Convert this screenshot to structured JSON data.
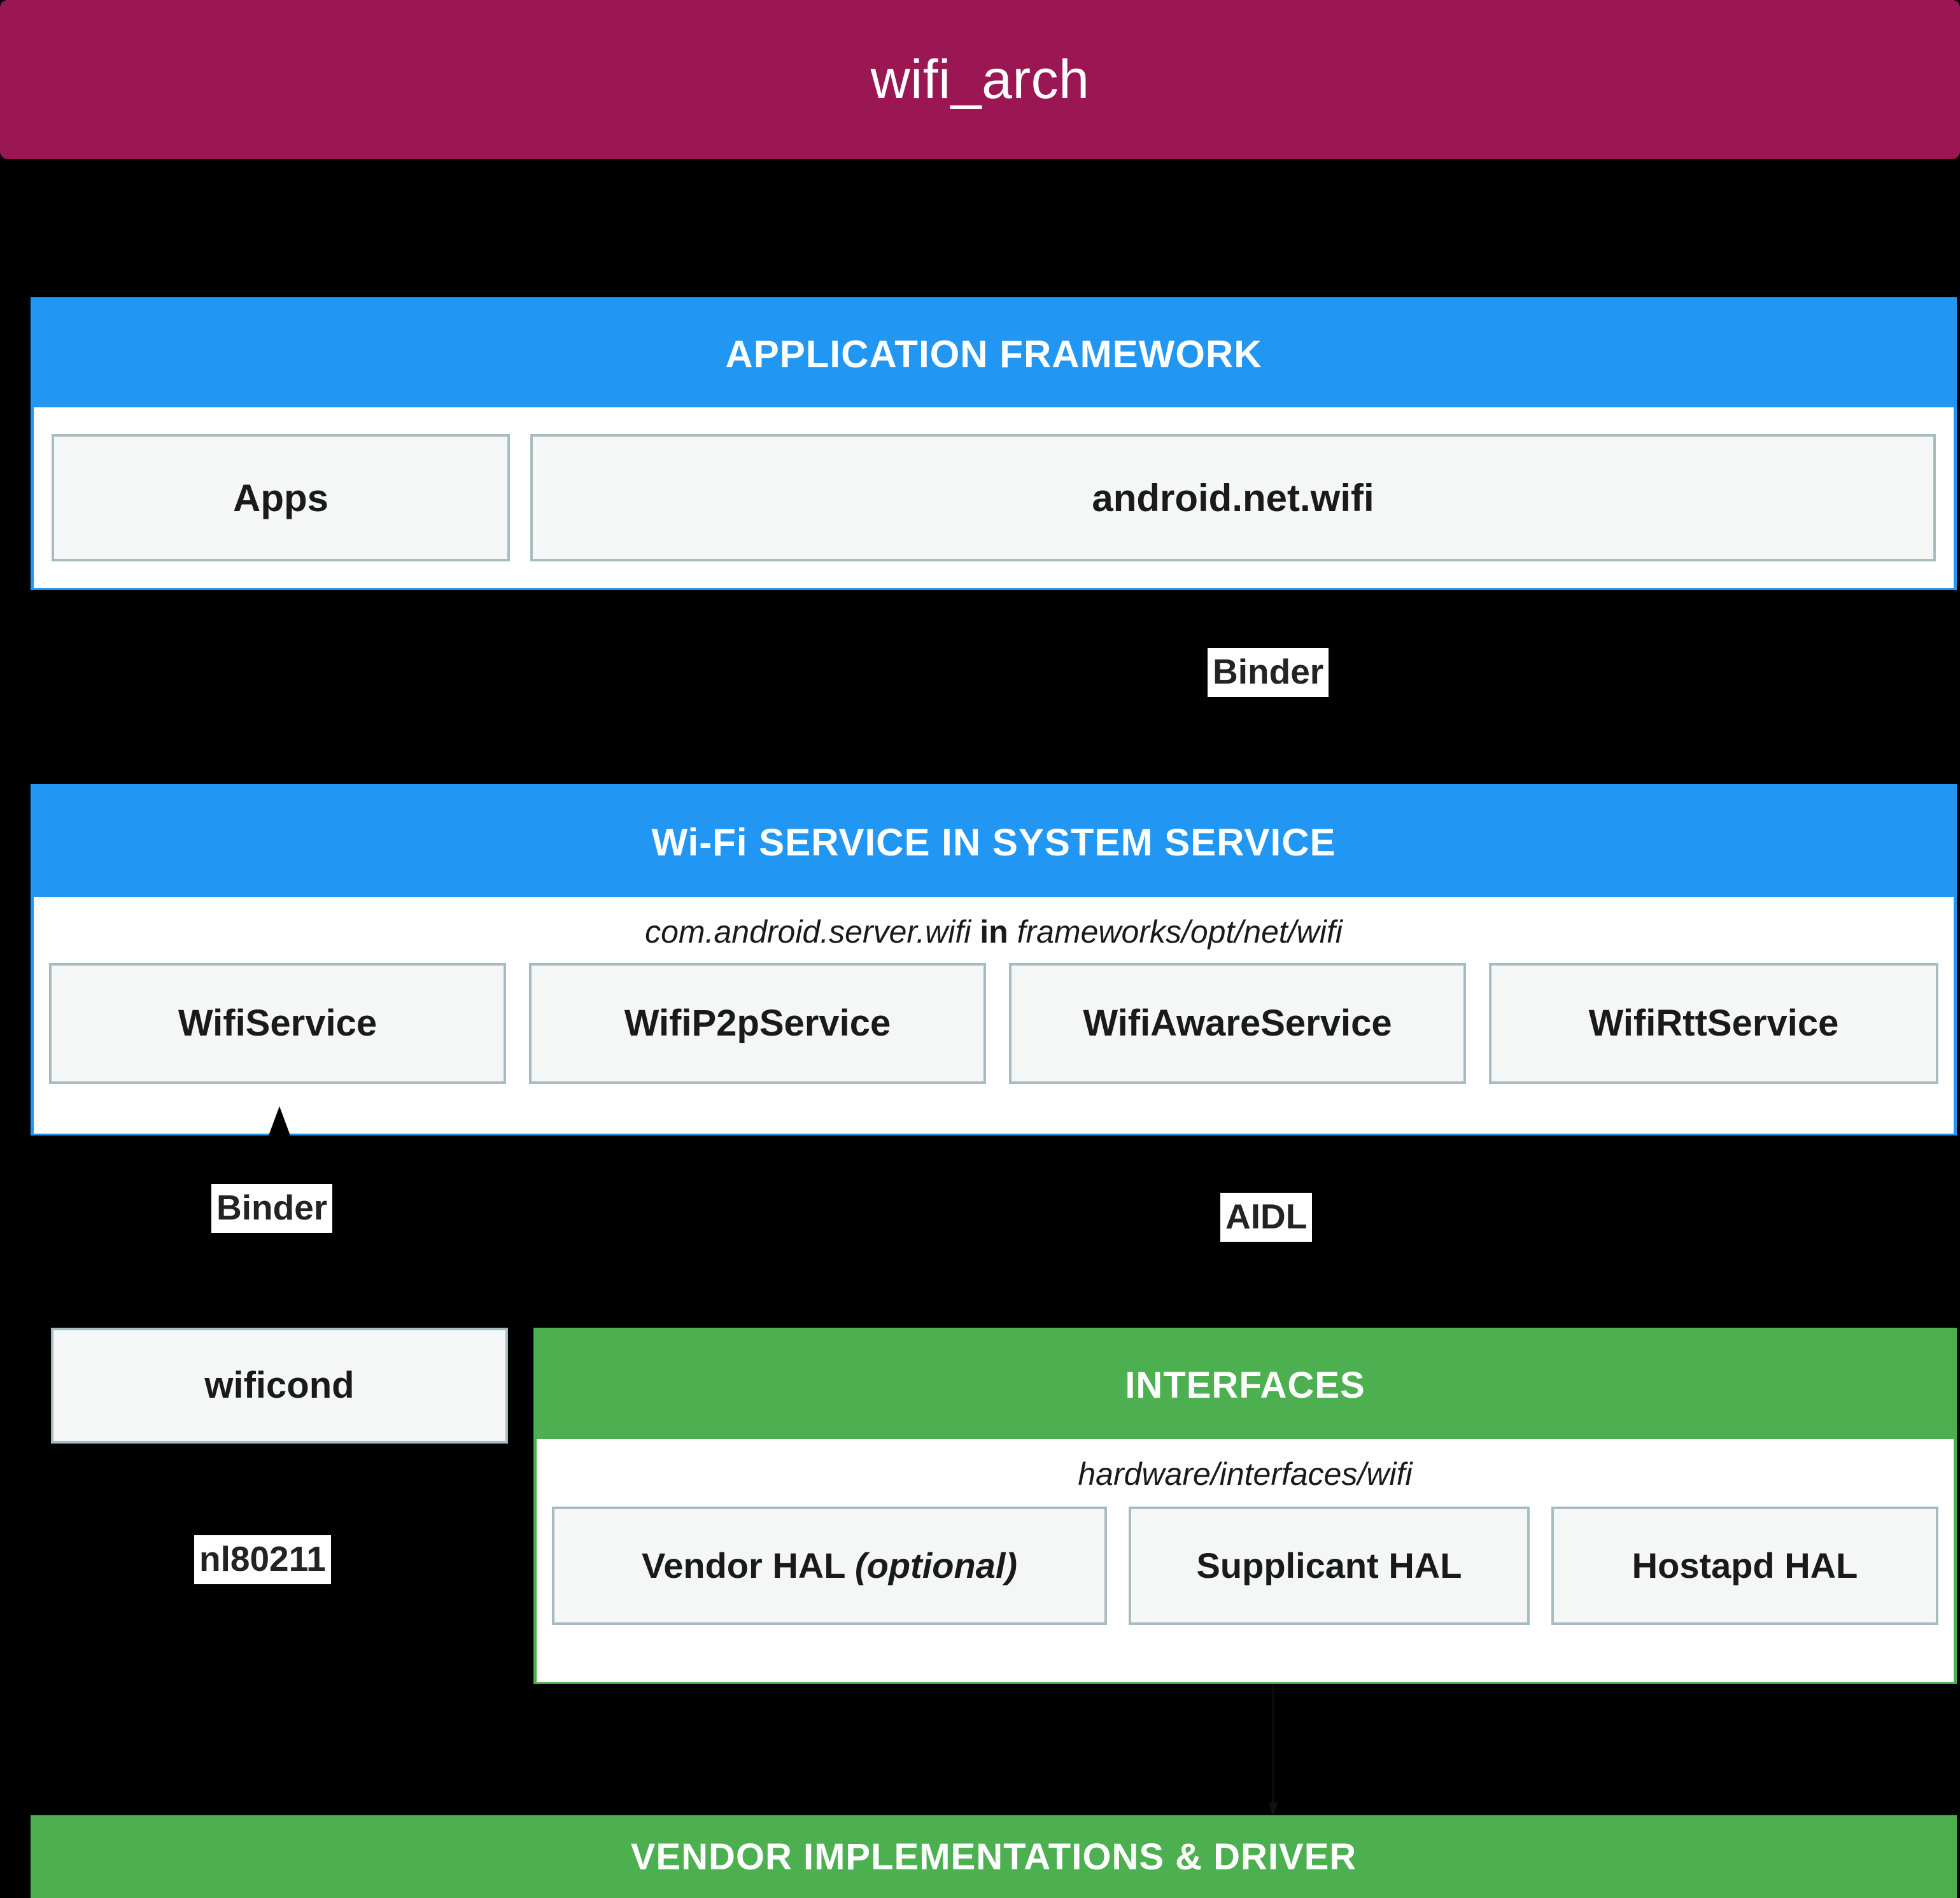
{
  "window": {
    "title": "wifi_arch",
    "title_bg": "#9B1753",
    "canvas_bg": "#000000"
  },
  "palette": {
    "blue": "#2196F3",
    "green": "#4CAF50",
    "magenta": "#9B1753",
    "node_fill": "#F5F6F6",
    "node_border": "#A7BCC0",
    "text_dark": "#1a1a1a",
    "text_light": "#ffffff"
  },
  "layers": {
    "application_framework": {
      "header": "APPLICATION FRAMEWORK",
      "nodes": [
        {
          "label": "Apps"
        },
        {
          "label": "android.net.wifi"
        }
      ]
    },
    "wifi_service": {
      "header": "Wi-Fi SERVICE IN SYSTEM SERVICE",
      "subtitle_pre": "com.android.server.wifi",
      "subtitle_mid": "in",
      "subtitle_post": "frameworks/opt/net/wifi",
      "nodes": [
        {
          "label": "WifiService"
        },
        {
          "label": "WifiP2pService"
        },
        {
          "label": "WifiAwareService"
        },
        {
          "label": "WifiRttService"
        }
      ]
    },
    "wificond": {
      "label": "wificond"
    },
    "interfaces": {
      "header": "INTERFACES",
      "subtitle": "hardware/interfaces/wifi",
      "nodes": [
        {
          "label": "Vendor HAL ",
          "label_italic": "(optional)"
        },
        {
          "label": "Supplicant HAL",
          "label_italic": ""
        },
        {
          "label": "Hostapd HAL",
          "label_italic": ""
        }
      ]
    },
    "vendor_implementations": {
      "header": "VENDOR IMPLEMENTATIONS & DRIVER"
    }
  },
  "edge_labels": {
    "binder_top": "Binder",
    "binder_bottom": "Binder",
    "aidl": "AIDL",
    "nl80211": "nl80211"
  }
}
